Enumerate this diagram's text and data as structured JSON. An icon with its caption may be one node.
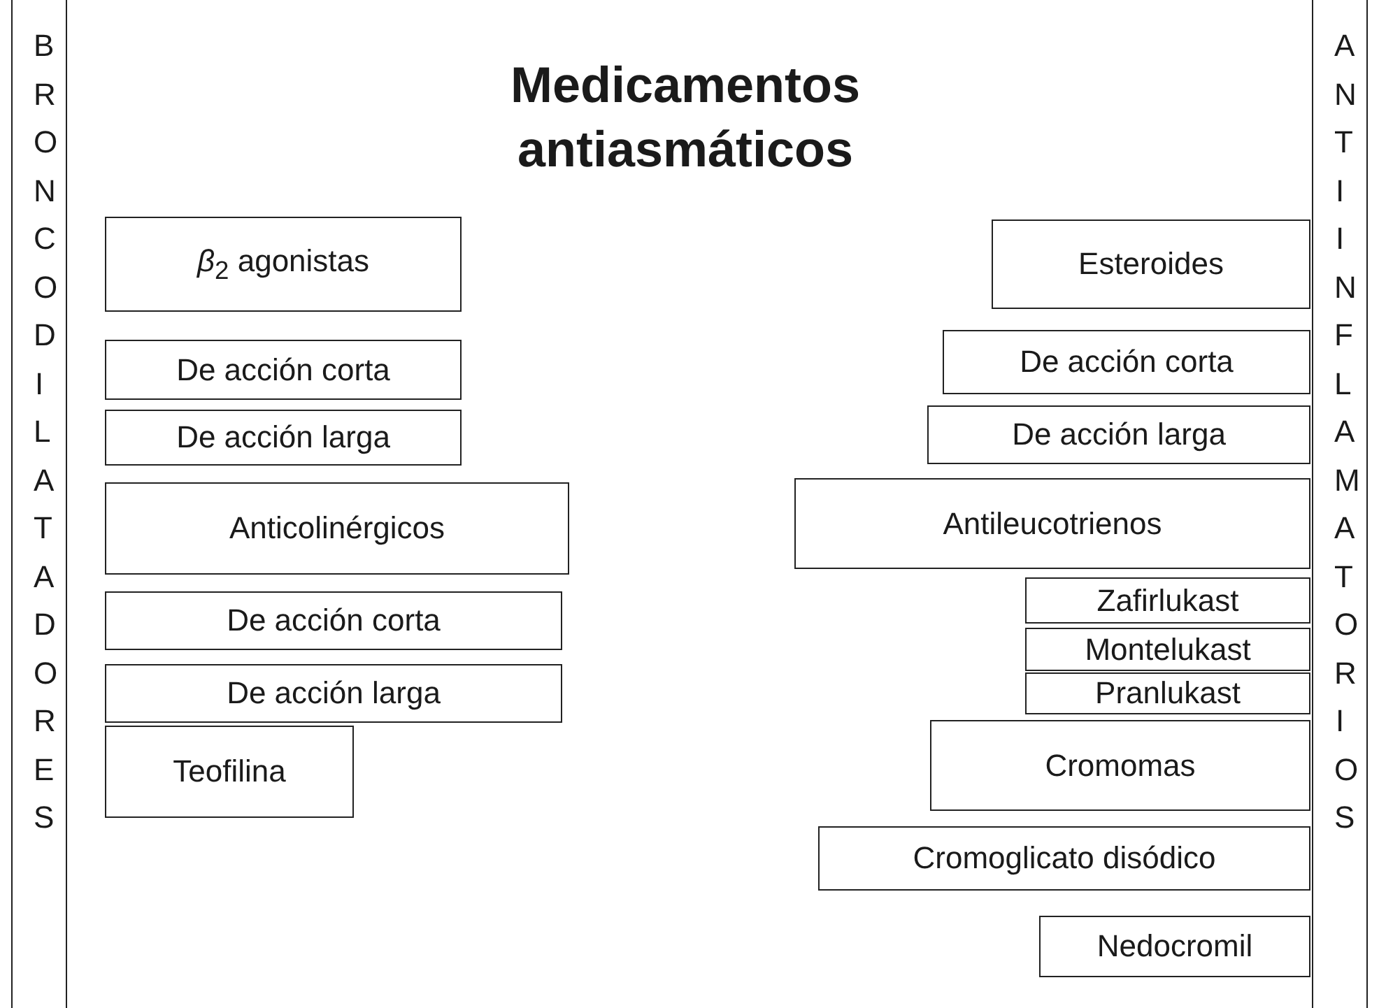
{
  "diagram": {
    "title": "Medicamentos antiasmáticos",
    "nodes": [
      {
        "text": [
          "BRONCODILATADORES"
        ]
      },
      {
        "text": [
          "*β*$_{2}$ agonistas"
        ]
      },
      {
        "text": [
          "De acción corta"
        ]
      },
      {
        "text": [
          "De acción larga"
        ]
      },
      {
        "text": [
          "Anticolinérgicos"
        ]
      },
      {
        "text": [
          "De acción corta"
        ]
      },
      {
        "text": [
          "De acción larga"
        ]
      },
      {
        "text": [
          "Teofilina"
        ]
      },
      {
        "text": [
          "ANTIINFLAMATORIOS"
        ]
      },
      {
        "text": [
          "Esteroides"
        ]
      },
      {
        "text": [
          "De acción corta"
        ]
      },
      {
        "text": [
          "De acción larga"
        ]
      },
      {
        "text": [
          "Antileucotrienos"
        ]
      },
      {
        "text": [
          "Zafirlukast"
        ]
      },
      {
        "text": [
          "Montelukast"
        ]
      },
      {
        "text": [
          "Pranlukast"
        ]
      },
      {
        "text": [
          "Cromomas"
        ]
      },
      {
        "text": [
          "Cromoglicato disódico"
        ]
      },
      {
        "text": [
          "Nedocromil"
        ]
      }
    ]
  }
}
